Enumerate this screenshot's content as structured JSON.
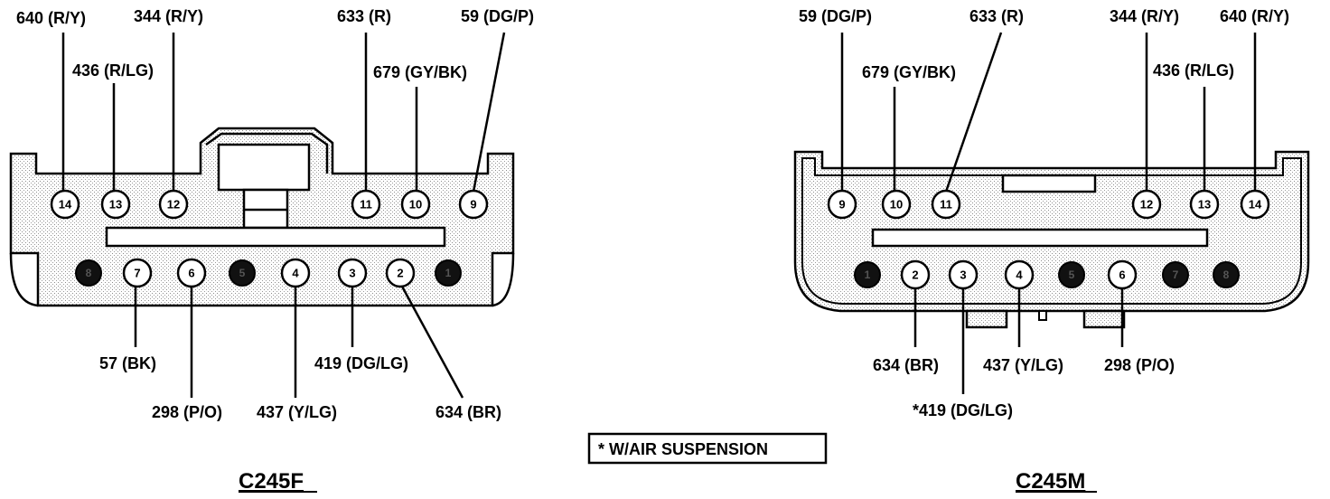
{
  "note": "* W/AIR SUSPENSION",
  "connectors": {
    "c245f": {
      "title": "C245F",
      "wires": {
        "w640": "640 (R/Y)",
        "w344": "344 (R/Y)",
        "w633": "633 (R)",
        "w59": "59 (DG/P)",
        "w436": "436 (R/LG)",
        "w679": "679 (GY/BK)",
        "w57": "57 (BK)",
        "w419": "419 (DG/LG)",
        "w298": "298 (P/O)",
        "w437": "437 (Y/LG)",
        "w634": "634 (BR)"
      },
      "pins": {
        "p1": "1",
        "p2": "2",
        "p3": "3",
        "p4": "4",
        "p5": "5",
        "p6": "6",
        "p7": "7",
        "p8": "8",
        "p9": "9",
        "p10": "10",
        "p11": "11",
        "p12": "12",
        "p13": "13",
        "p14": "14"
      }
    },
    "c245m": {
      "title": "C245M",
      "wires": {
        "w59": "59 (DG/P)",
        "w633": "633 (R)",
        "w344": "344 (R/Y)",
        "w640": "640 (R/Y)",
        "w679": "679 (GY/BK)",
        "w436": "436 (R/LG)",
        "w634": "634 (BR)",
        "w437": "437 (Y/LG)",
        "w298": "298 (P/O)",
        "w419": "*419 (DG/LG)"
      },
      "pins": {
        "p1": "1",
        "p2": "2",
        "p3": "3",
        "p4": "4",
        "p5": "5",
        "p6": "6",
        "p7": "7",
        "p8": "8",
        "p9": "9",
        "p10": "10",
        "p11": "11",
        "p12": "12",
        "p13": "13",
        "p14": "14"
      }
    }
  }
}
